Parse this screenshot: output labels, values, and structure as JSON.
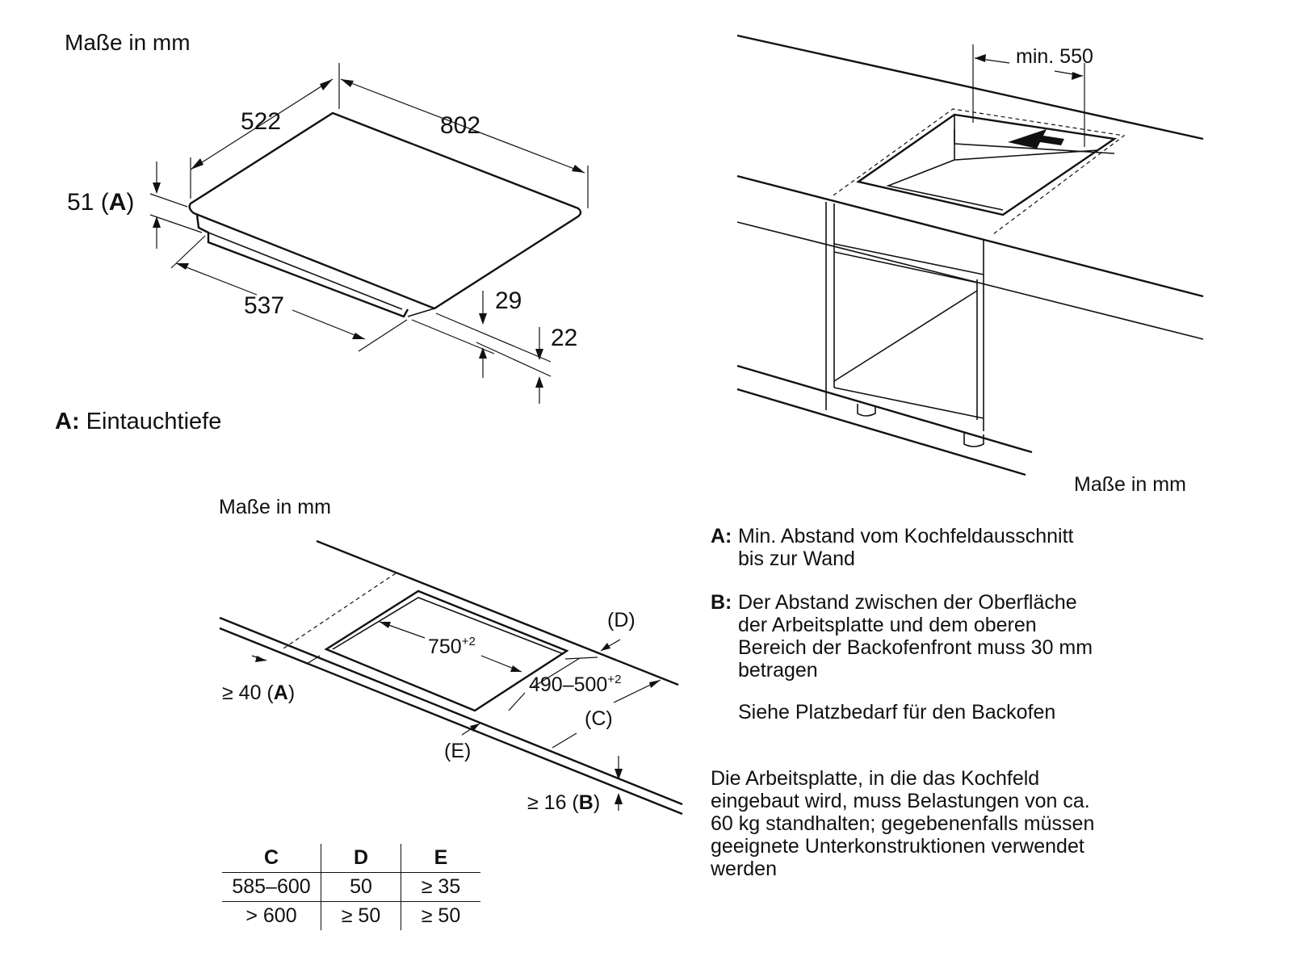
{
  "unit_labels": {
    "top_left": "Maße in mm",
    "top_right": "Maße in mm",
    "bottom_left": "Maße in mm"
  },
  "hob_drawing": {
    "width": "522",
    "length": "802",
    "depth_label_prefix": "51 (",
    "depth_label_key": "A",
    "depth_label_suffix": ")",
    "underside_length": "537",
    "thickness_29": "29",
    "thickness_22": "22"
  },
  "legend_A": {
    "key": "A:",
    "text": "Eintauchtiefe"
  },
  "installation_drawing": {
    "min_wall": "min. 550"
  },
  "cutout_drawing": {
    "width_main": "750",
    "width_sup": "+2",
    "depth_main": "490–500",
    "depth_sup": "+2",
    "label_D": "(D)",
    "label_C": "(C)",
    "label_E": "(E)",
    "label_A_prefix": "≥ 40 (",
    "label_A_key": "A",
    "label_A_suffix": ")",
    "label_B_prefix": "≥ 16 (",
    "label_B_key": "B",
    "label_B_suffix": ")"
  },
  "table": {
    "headers": [
      "C",
      "D",
      "E"
    ],
    "rows": [
      [
        "585–600",
        "50",
        "≥ 35"
      ],
      [
        "> 600",
        "≥ 50",
        "≥ 50"
      ]
    ]
  },
  "notes": [
    {
      "key": "A:",
      "text": "Min. Abstand vom Kochfeldausschnitt\nbis zur Wand"
    },
    {
      "key": "B:",
      "text": "Der Abstand zwischen der Oberfläche\nder Arbeitsplatte und dem oberen\nBereich der Backofenfront muss 30 mm\nbetragen"
    }
  ],
  "note_extra": "Siehe Platzbedarf für den Backofen",
  "worktop_note": "Die Arbeitsplatte, in die das Kochfeld\neingebaut wird, muss Belastungen von ca.\n60 kg standhalten; gegebenenfalls müssen\ngeeignete Unterkonstruktionen verwendet\nwerden"
}
